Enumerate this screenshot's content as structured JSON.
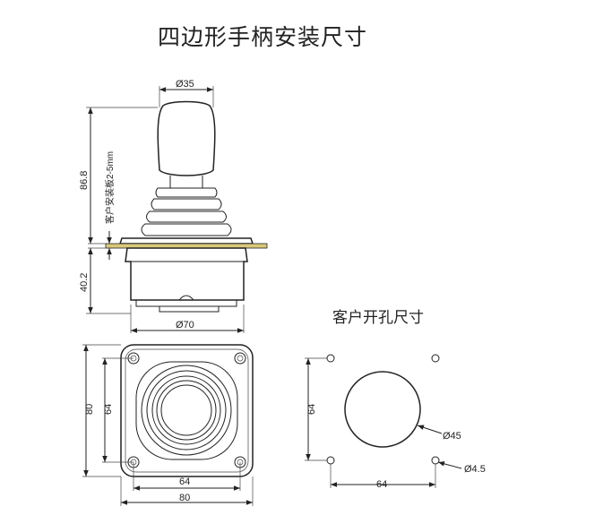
{
  "title": "四边形手柄安装尺寸",
  "cutout_title": "客户开孔尺寸",
  "side_view": {
    "top_diameter": "Ø35",
    "height_above": "86.8",
    "panel_note": "客户安装板2-5mm",
    "height_below": "40.2",
    "body_diameter": "Ø70"
  },
  "top_view": {
    "outer_height": "80",
    "hole_spacing_v": "64",
    "hole_spacing_h": "64",
    "outer_width": "80"
  },
  "cutout_view": {
    "hole_spacing_v": "64",
    "center_hole": "Ø45",
    "hole_spacing_h": "64",
    "mount_hole": "Ø4.5"
  }
}
